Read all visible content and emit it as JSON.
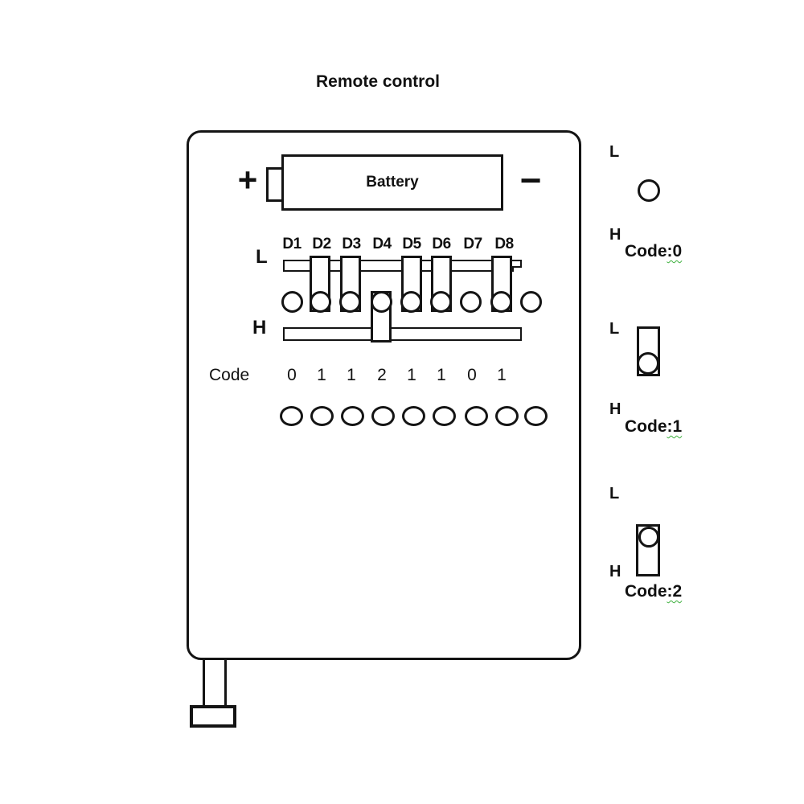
{
  "title": "Remote control",
  "remote": {
    "battery": {
      "label": "Battery",
      "plus_symbol": "+",
      "minus_symbol": "−"
    },
    "dip": {
      "labels": [
        "D1",
        "D2",
        "D3",
        "D4",
        "D5",
        "D6",
        "D7",
        "D8"
      ],
      "rail_low_label": "L",
      "rail_high_label": "H",
      "code_row_label": "Code",
      "codes": [
        "0",
        "1",
        "1",
        "2",
        "1",
        "1",
        "0",
        "1"
      ]
    }
  },
  "legend": {
    "items": [
      {
        "low_label": "L",
        "high_label": "H",
        "caption_prefix": "Code",
        "caption_value": ":0"
      },
      {
        "low_label": "L",
        "high_label": "H",
        "caption_prefix": "Code",
        "caption_value": ":1"
      },
      {
        "low_label": "L",
        "high_label": "H",
        "caption_prefix": "Code",
        "caption_value": ":2"
      }
    ]
  },
  "colors": {
    "line": "#141414",
    "squiggle": "#3caf3c"
  }
}
